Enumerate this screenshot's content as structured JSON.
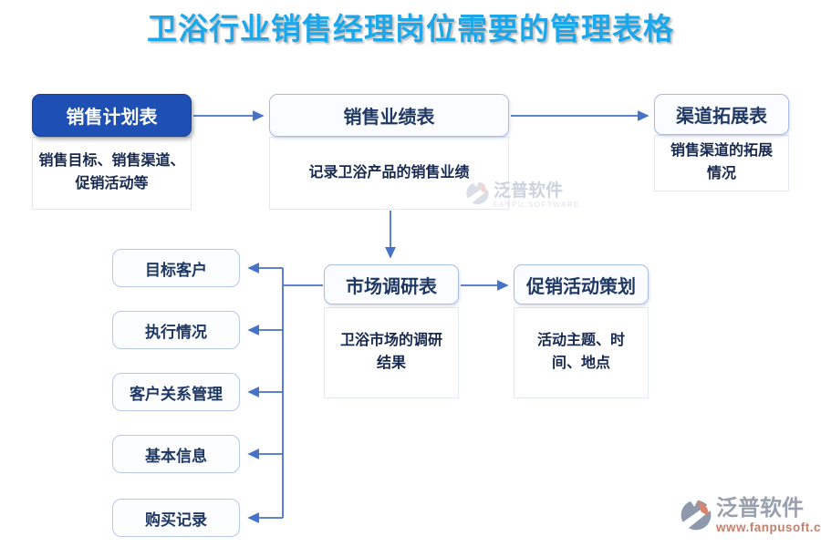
{
  "page": {
    "title": "卫浴行业销售经理岗位需要的管理表格"
  },
  "colors": {
    "title_blue": "#1BA7E9",
    "primary_node_blue": "#1E4FB5",
    "node_border_blue": "#A9BEE4",
    "navy_text": "#1F3864",
    "connector_blue": "#4673C8",
    "watermark_gray": "#99A1B0",
    "watermark_salmon": "#C5806E"
  },
  "diagram": {
    "top_row": [
      {
        "label": "销售计划表",
        "desc": "销售目标、销售渠道、促销活动等"
      },
      {
        "label": "销售业绩表",
        "desc": "记录卫浴产品的销售业绩"
      },
      {
        "label": "渠道拓展表",
        "desc": "销售渠道的拓展情况"
      }
    ],
    "middle_row": [
      {
        "label": "市场调研表",
        "desc": "卫浴市场的调研结果"
      },
      {
        "label": "促销活动策划",
        "desc": "活动主题、时间、地点"
      }
    ],
    "left_column": [
      {
        "label": "目标客户"
      },
      {
        "label": "执行情况"
      },
      {
        "label": "客户关系管理"
      },
      {
        "label": "基本信息"
      },
      {
        "label": "购买记录"
      }
    ]
  },
  "watermarks": {
    "center": {
      "brand": "泛普软件",
      "tagline": "FANPU SOFTWARE"
    },
    "footer": {
      "brand": "泛普软件",
      "url": "www.fanpusoft.com"
    }
  }
}
